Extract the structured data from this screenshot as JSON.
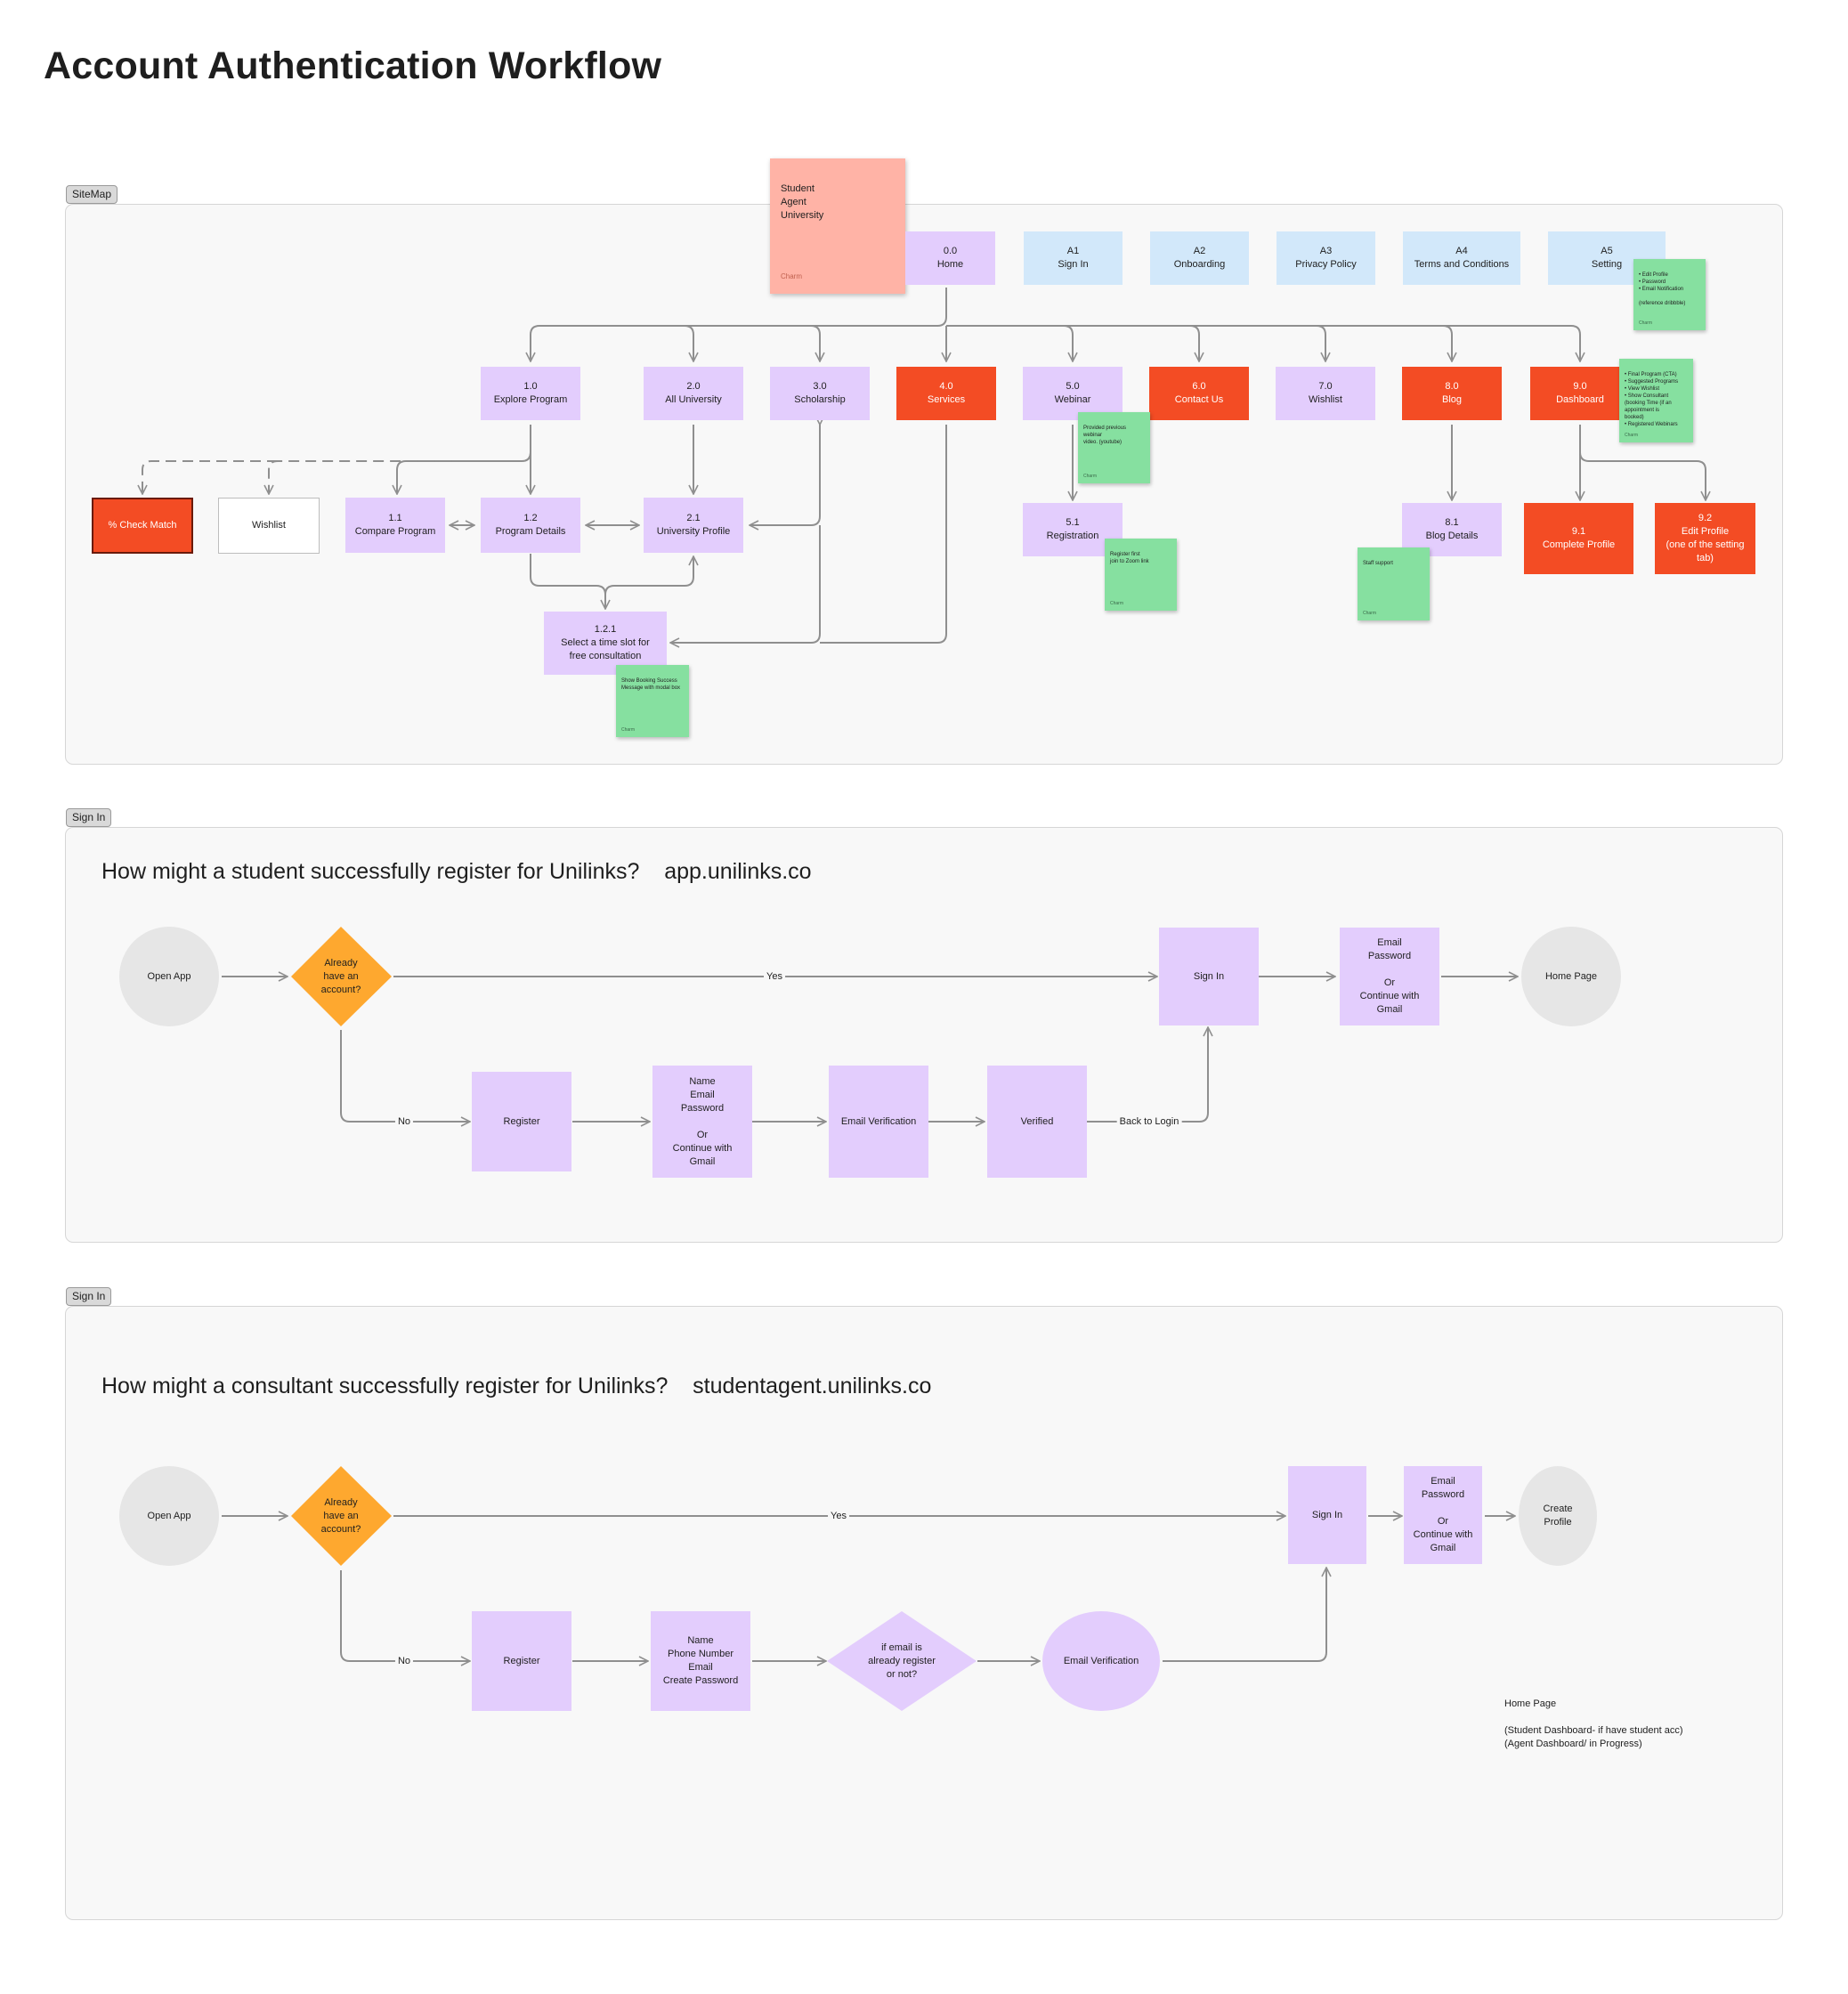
{
  "title": "Account Authentication Workflow",
  "sitemap": {
    "tag": "SiteMap",
    "sticky": {
      "text": "Student\nAgent\nUniversity",
      "author": "Charm"
    },
    "nodes": {
      "home": "0.0\nHome",
      "a1": "A1\nSign In",
      "a2": "A2\nOnboarding",
      "a3": "A3\nPrivacy Policy",
      "a4": "A4\nTerms and Conditions",
      "a5": "A5\nSetting",
      "n1_0": "1.0\nExplore Program",
      "n2_0": "2.0\nAll University",
      "n3_0": "3.0\nScholarship",
      "n4_0": "4.0\nServices",
      "n5_0": "5.0\nWebinar",
      "n6_0": "6.0\nContact Us",
      "n7_0": "7.0\nWishlist",
      "n8_0": "8.0\nBlog",
      "n9_0": "9.0\nDashboard",
      "check": "% Check Match",
      "wishlist": "Wishlist",
      "n1_1": "1.1\nCompare Program",
      "n1_2": "1.2\nProgram Details",
      "n2_1": "2.1\nUniversity Profile",
      "n1_2_1": "1.2.1\nSelect a time slot for\nfree consultation",
      "n5_1": "5.1\nRegistration",
      "n8_1": "8.1\nBlog Details",
      "n9_1": "9.1\nComplete Profile",
      "n9_2": "9.2\nEdit Profile\n(one of the setting\ntab)"
    },
    "notes": {
      "setting": "• Edit Profile\n• Password\n• Email Notification\n\n(reference dribbble)",
      "dashboard": "• Final Program (CTA)\n• Suggested Programs\n• View Wishlist\n• Show Consultant\n  (booking Time (if an\n  appointment is\n  booked)\n• Registered Webinars",
      "webinar": "Provided previous webinar\nvideo. (youtube)",
      "registration": "Register first\njoin to Zoom link",
      "blog": "Staff support",
      "booking": "Show Booking Success\nMessage with modal box"
    },
    "note_author": "Charm"
  },
  "student_flow": {
    "tag": "Sign In",
    "question": "How might a student successfully register for Unilinks?    app.unilinks.co",
    "open_app": "Open App",
    "decision": "Already\nhave an\naccount?",
    "yes": "Yes",
    "no": "No",
    "sign_in": "Sign In",
    "credentials": "Email\nPassword\n\nOr\nContinue with\nGmail",
    "home_page": "Home Page",
    "register": "Register",
    "register_form": "Name\nEmail\nPassword\n\nOr\nContinue with\nGmail",
    "email_verification": "Email Verification",
    "verified": "Verified",
    "back_to_login": "Back to Login"
  },
  "consultant_flow": {
    "tag": "Sign In",
    "question": "How might a consultant successfully register for Unilinks?    studentagent.unilinks.co",
    "open_app": "Open App",
    "decision": "Already\nhave an\naccount?",
    "yes": "Yes",
    "no": "No",
    "sign_in": "Sign In",
    "credentials": "Email\nPassword\n\nOr\nContinue with\nGmail",
    "create_profile": "Create\nProfile",
    "register": "Register",
    "register_form": "Name\nPhone Number\nEmail\nCreate Password",
    "check": "if email is\nalready register\nor not?",
    "email_verification": "Email Verification",
    "home_note": "Home Page\n\n(Student Dashboard- if have student acc)\n(Agent Dashboard/ in Progress)"
  },
  "colors": {
    "canvas": "#f8f8f8",
    "purple": "#e3cdfd",
    "blue": "#d2e8fa",
    "red": "#f34c24",
    "salmon": "#ffb3a6",
    "note_green": "#86e0a0",
    "decision_orange": "#fea82f",
    "start_end_grey": "#e6e6e6",
    "connector": "#8f8f8f"
  }
}
